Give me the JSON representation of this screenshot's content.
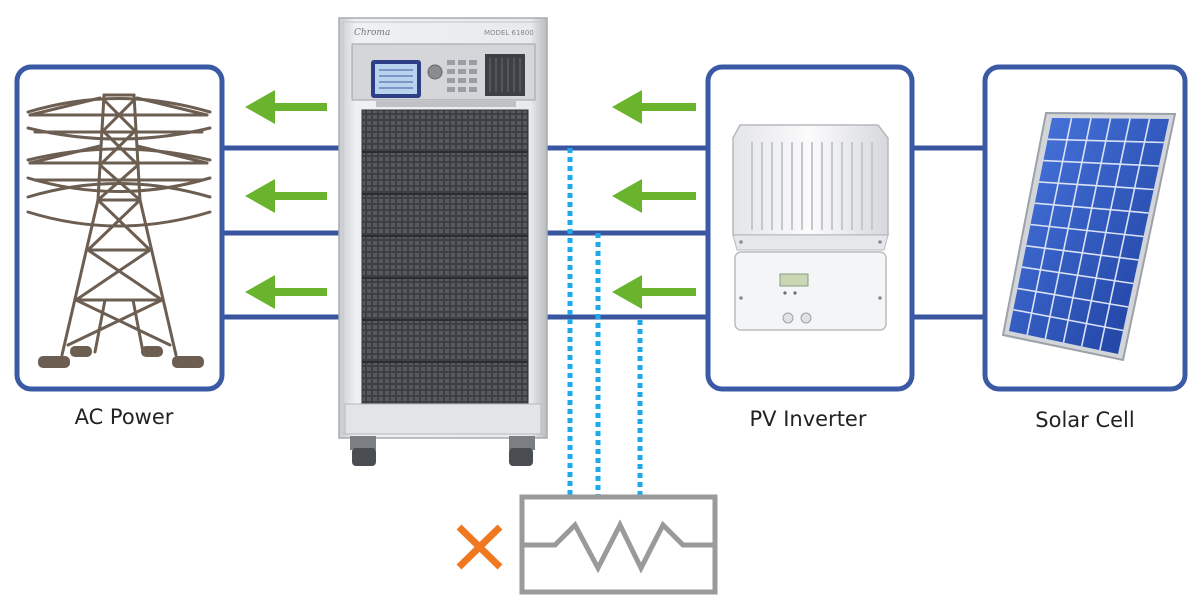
{
  "labels": {
    "ac_power": "AC Power",
    "pv_inverter": "PV Inverter",
    "solar_cell": "Solar Cell"
  },
  "cabinet": {
    "brand": "Chroma",
    "model": "MODEL 61800"
  },
  "colors": {
    "frame_blue": "#3b5aa6",
    "line_blue": "#3a55a0",
    "arrow_green": "#6ab42d",
    "dotted_cyan": "#1eaaea",
    "cross_orange": "#f07820",
    "resistor_gray": "#9a9a9a",
    "tower_brown": "#6d5e52",
    "panel_cell_blue": "#2b52b8"
  },
  "icons": {
    "tower": "transmission-tower-icon",
    "inverter": "pv-inverter-icon",
    "panel": "solar-panel-icon",
    "cabinet": "grid-simulator-cabinet",
    "resistor": "resistor-icon",
    "cross": "x-mark-icon"
  }
}
